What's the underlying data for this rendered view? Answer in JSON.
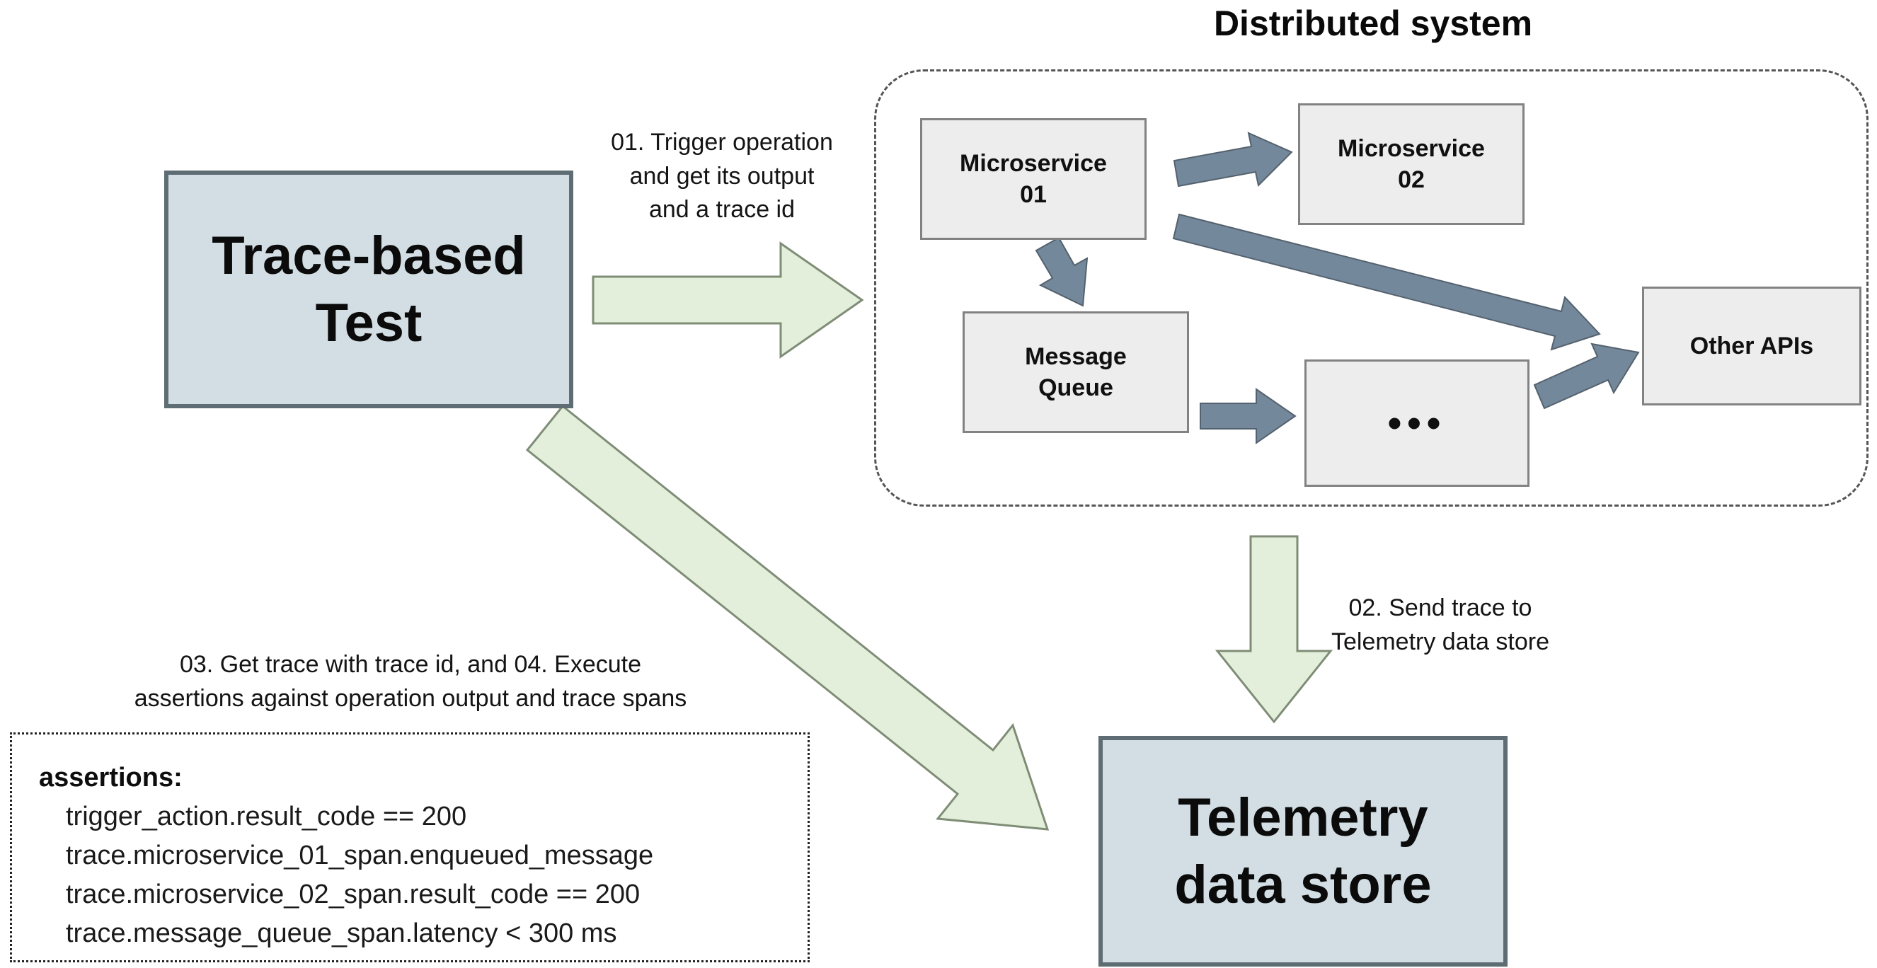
{
  "diagram": {
    "title": "Distributed system",
    "nodes": {
      "trace_test": "Trace-based\nTest",
      "telemetry": "Telemetry\ndata store",
      "microservice_01": "Microservice\n01",
      "microservice_02": "Microservice\n02",
      "message_queue": "Message\nQueue",
      "ellipsis": "•••",
      "other_apis": "Other APIs"
    },
    "labels": {
      "step_01": "01. Trigger operation\nand get its output\nand a trace id",
      "step_02": "02. Send trace to\nTelemetry data store",
      "step_03_04": "03. Get trace with trace id, and 04. Execute\nassertions against operation output and trace spans"
    },
    "assertions": {
      "heading": "assertions:",
      "lines": [
        "trigger_action.result_code == 200",
        "trace.microservice_01_span.enqueued_message",
        "trace.microservice_02_span.result_code == 200",
        "trace.message_queue_span.latency < 300 ms"
      ]
    },
    "colors": {
      "box_fill": "#d2dee3",
      "box_border": "#5e6d73",
      "node_fill": "#ededed",
      "node_border": "#828282",
      "green_arrow_fill": "#e3efda",
      "green_arrow_stroke": "#7f8d77",
      "slate_arrow_fill": "#73889b",
      "slate_arrow_stroke": "#54616e"
    }
  }
}
